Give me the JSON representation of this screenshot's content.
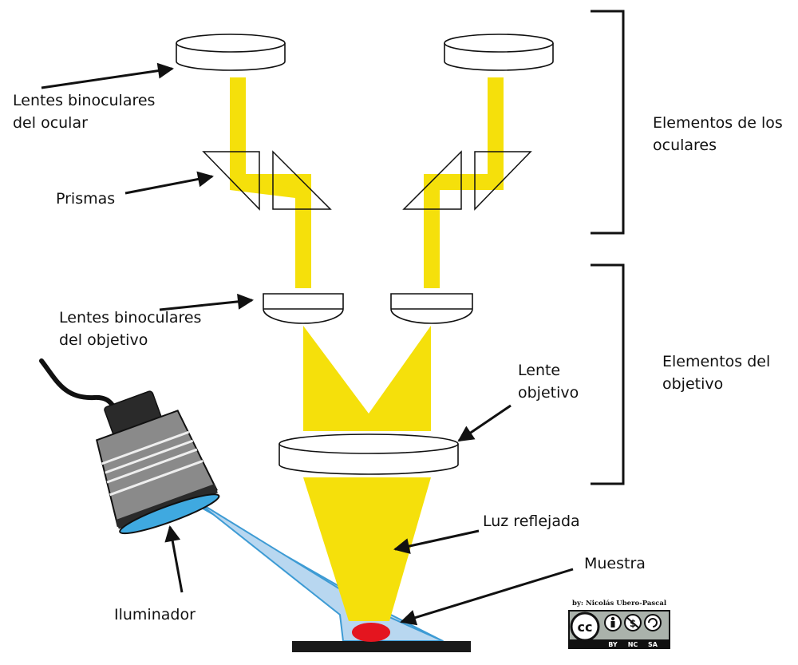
{
  "labels": {
    "eyepiece_lenses_1": "Lentes binoculares",
    "eyepiece_lenses_2": "del ocular",
    "prisms": "Prismas",
    "objective_lenses_1": "Lentes binoculares",
    "objective_lenses_2": "del objetivo",
    "illuminator": "Iluminador",
    "eyepiece_group_1": "Elementos de los",
    "eyepiece_group_2": "oculares",
    "objective_group_1": "Elementos del",
    "objective_group_2": "objetivo",
    "objective_lens_1": "Lente",
    "objective_lens_2": "objetivo",
    "reflected_light": "Luz reflejada",
    "sample": "Muestra"
  },
  "credit": "by: Nicolás Ubero-Pascal",
  "license": {
    "cc": "cc",
    "by": "BY",
    "nc": "NC",
    "sa": "SA"
  },
  "colors": {
    "light_beam": "#f5e00b",
    "illumination": "#b8d7f0",
    "illumination_edge": "#3d9bd4",
    "sample": "#e4151f",
    "illuminator_body": "#8a8a8a",
    "illuminator_lens": "#3fa9e0",
    "stage": "#1a1a1a"
  }
}
